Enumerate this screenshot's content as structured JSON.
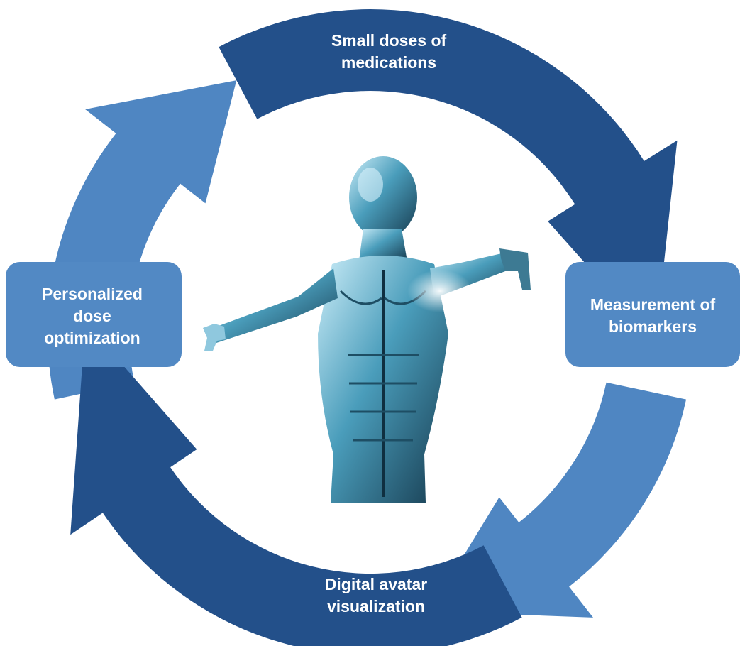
{
  "colors": {
    "dark_blue": "#23508a",
    "medium_blue": "#4f86c2",
    "box_blue": "#5289c4",
    "figure_highlight": "#bfe6f6",
    "figure_mid": "#3f8fae",
    "figure_dark": "#123244",
    "label_text": "#ffffff"
  },
  "cycle": {
    "steps": [
      {
        "id": "top",
        "text": "Small doses of\nmedications",
        "arrow_color": "dark"
      },
      {
        "id": "right",
        "text": "Measurement of\nbiomarkers",
        "arrow_color": "medium"
      },
      {
        "id": "bottom",
        "text": "Digital avatar\nvisualization",
        "arrow_color": "dark"
      },
      {
        "id": "left",
        "text": "Personalized\ndose\noptimization",
        "arrow_color": "medium"
      }
    ]
  },
  "center_image": {
    "icon": "human-anatomy-figure"
  }
}
